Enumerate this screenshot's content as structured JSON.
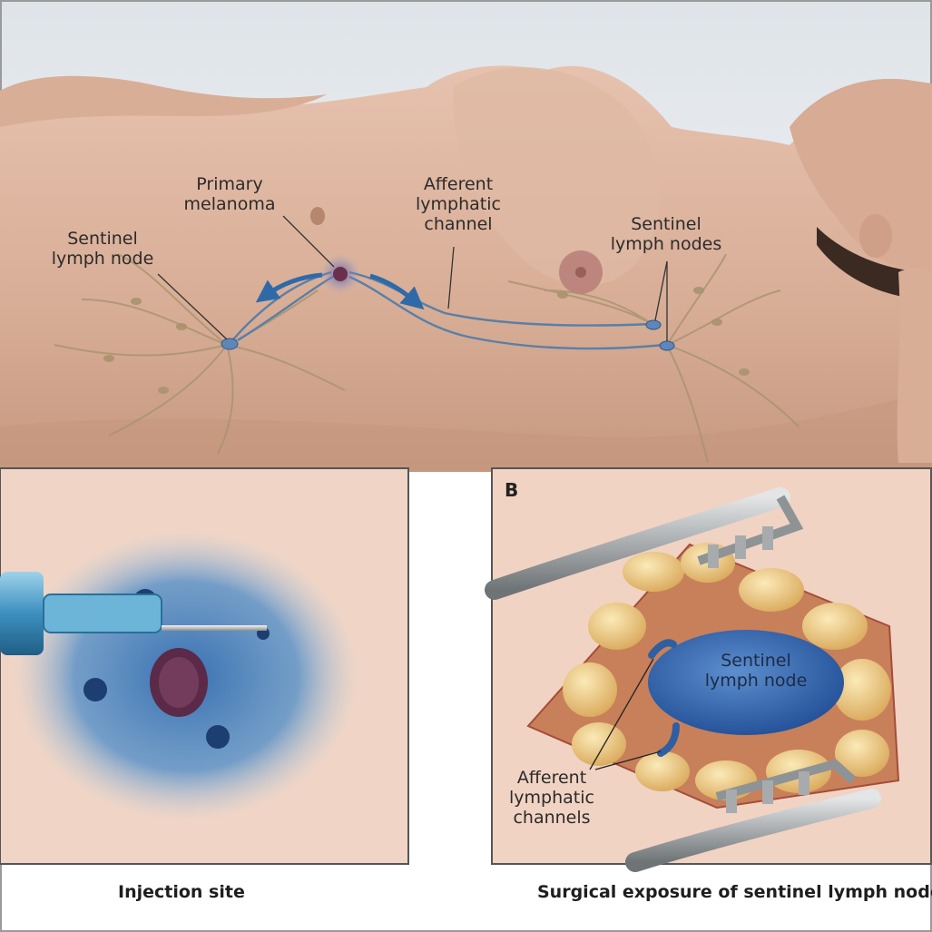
{
  "top": {
    "labels": {
      "primary_melanoma": [
        "Primary",
        "melanoma"
      ],
      "sentinel_lymph_node": [
        "Sentinel",
        "lymph node"
      ],
      "afferent_lymphatic_channel": [
        "Afferent",
        "lymphatic",
        "channel"
      ],
      "sentinel_lymph_nodes": [
        "Sentinel",
        "lymph nodes"
      ]
    }
  },
  "panel_a": {
    "caption": "Injection site"
  },
  "panel_b": {
    "letter": "B",
    "caption": "Surgical exposure of sentinel lymph node",
    "labels": {
      "sentinel_lymph_node": [
        "Sentinel",
        "lymph node"
      ],
      "afferent_lymphatic_channels": [
        "Afferent",
        "lymphatic",
        "channels"
      ]
    }
  },
  "colors": {
    "background": "#e9ecef",
    "skin": "#dcb19b",
    "lymph_blue": "#4f79a8",
    "dye_blue": "#3f78b5",
    "fat_yellow": "#e9c77a",
    "retractor_gray": "#a7abad"
  }
}
